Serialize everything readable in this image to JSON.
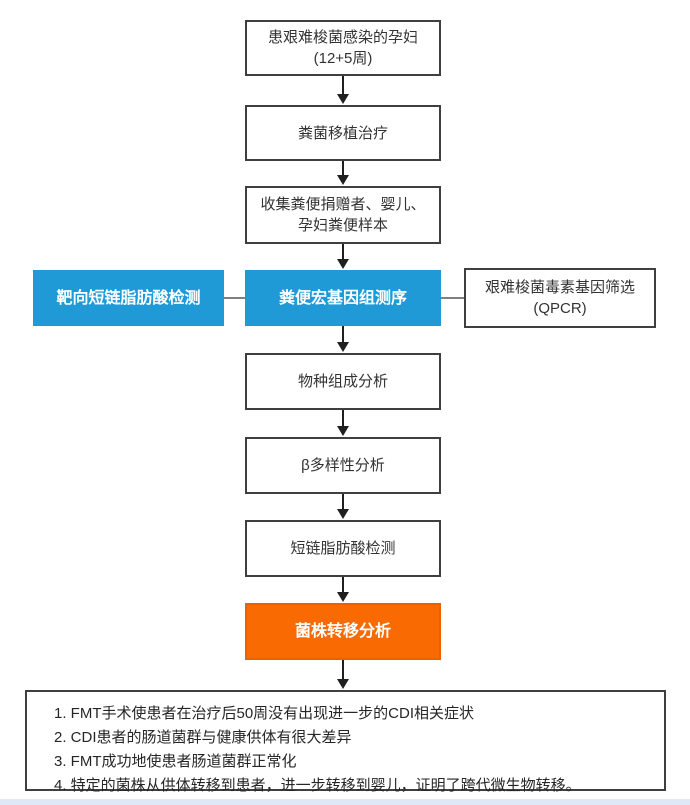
{
  "colors": {
    "blue_fill": "#1f9ad7",
    "orange_fill": "#f96a02",
    "orange_border": "#ec5f02",
    "box_border": "#3f3f3f",
    "arrow": "#1f1f1f",
    "connector": "#808080",
    "bottom_strip": "#dee8f7"
  },
  "flowchart": {
    "nodes": {
      "patient": {
        "line1": "患艰难梭菌感染的孕妇",
        "line2": "(12+5周)"
      },
      "fmt": {
        "label": "粪菌移植治疗"
      },
      "collect": {
        "line1": "收集粪便捐赠者、婴儿、",
        "line2": "孕妇粪便样本"
      },
      "scfa_targeted": {
        "label": "靶向短链脂肪酸检测"
      },
      "metagenome": {
        "label": "粪便宏基因组测序"
      },
      "qpcr": {
        "line1": "艰难梭菌毒素基因筛选",
        "line2": "(QPCR)"
      },
      "species": {
        "label": "物种组成分析"
      },
      "beta": {
        "label": "β多样性分析"
      },
      "scfa": {
        "label": "短链脂肪酸检测"
      },
      "strain": {
        "label": "菌株转移分析"
      }
    },
    "conclusions": [
      "1. FMT手术使患者在治疗后50周没有出现进一步的CDI相关症状",
      "2. CDI患者的肠道菌群与健康供体有很大差异",
      "3. FMT成功地使患者肠道菌群正常化",
      "4. 特定的菌株从供体转移到患者，进一步转移到婴儿，证明了跨代微生物转移。"
    ]
  }
}
